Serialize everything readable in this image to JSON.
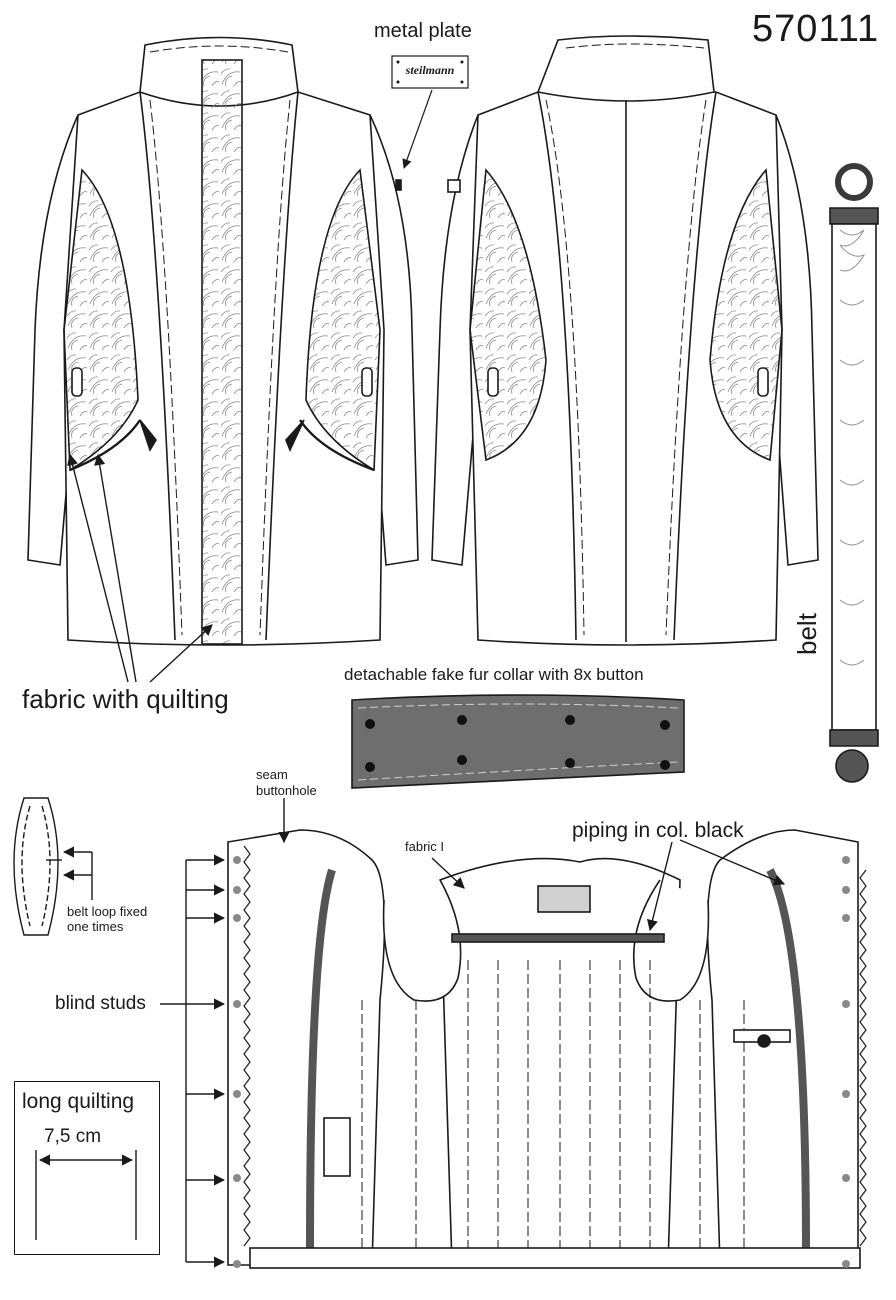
{
  "style_number": "570111",
  "labels": {
    "metal_plate": "metal plate",
    "plate_logo": "steilmann",
    "fabric_with_quilting": "fabric with quilting",
    "fur_collar": "detachable fake fur collar with 8x button",
    "belt": "belt",
    "seam_buttonhole": "seam\nbuttonhole",
    "belt_loop": "belt loop fixed\none times",
    "blind_studs": "blind studs",
    "fabric_i": "fabric I",
    "piping": "piping in col. black"
  },
  "long_quilting": {
    "title": "long quilting",
    "width": "7,5 cm"
  },
  "colors": {
    "line": "#1a1a1a",
    "fill": "#ffffff",
    "collar_fill": "#6e6e6e",
    "quilt_pattern": "#8a8a8a",
    "piping": "#555555",
    "plate_fill": "#d0d0d0"
  }
}
